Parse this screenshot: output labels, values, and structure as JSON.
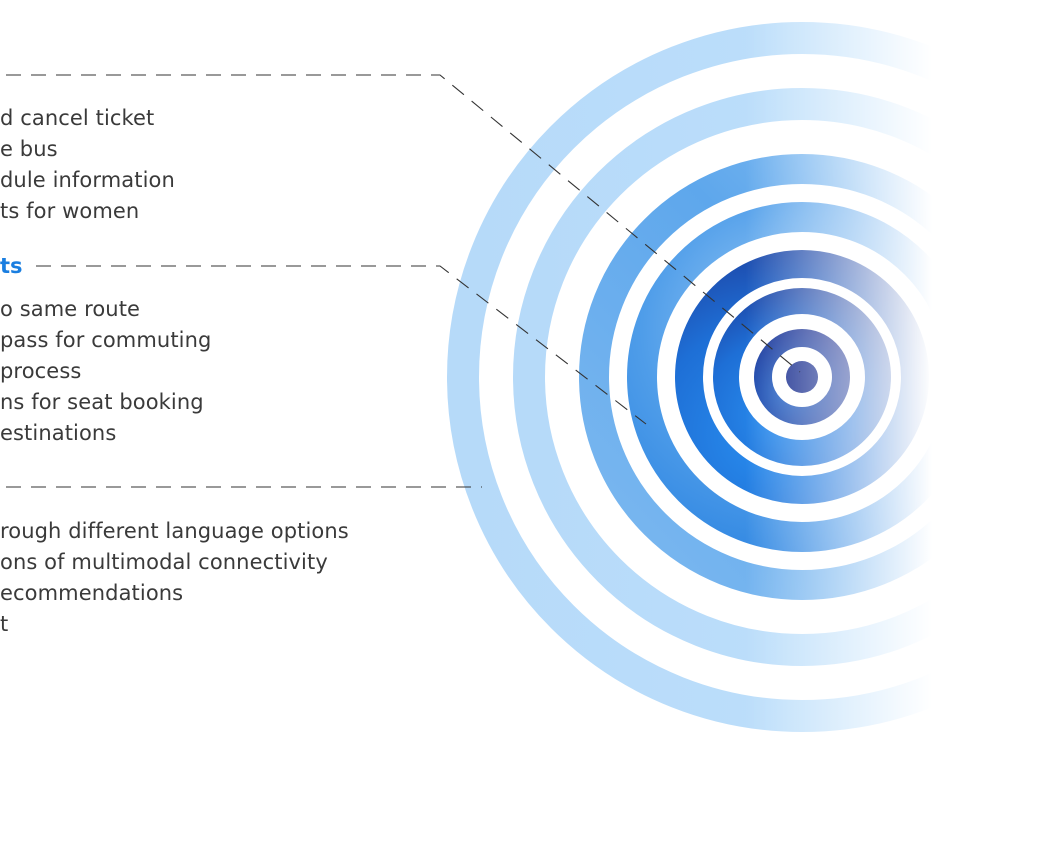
{
  "colors": {
    "accent": "#1a7ee0",
    "text": "#3a3a3a",
    "leader_line": "#333333",
    "ring_light": "#b8dcfb",
    "ring_mid": "#5fa8ec",
    "ring_deep": "#1a4fb0",
    "ring_core": "#12288c"
  },
  "groups": [
    {
      "header": "",
      "items": [
        "d cancel ticket",
        "e bus",
        "dule information",
        "ts for women"
      ]
    },
    {
      "header": "ts",
      "items": [
        "o same route",
        "pass for commuting",
        " process",
        "ns for seat booking",
        "estinations"
      ]
    },
    {
      "header": "",
      "items": [
        "rough different language options",
        "ons of multimodal connectivity",
        "ecommendations",
        "t"
      ]
    }
  ]
}
